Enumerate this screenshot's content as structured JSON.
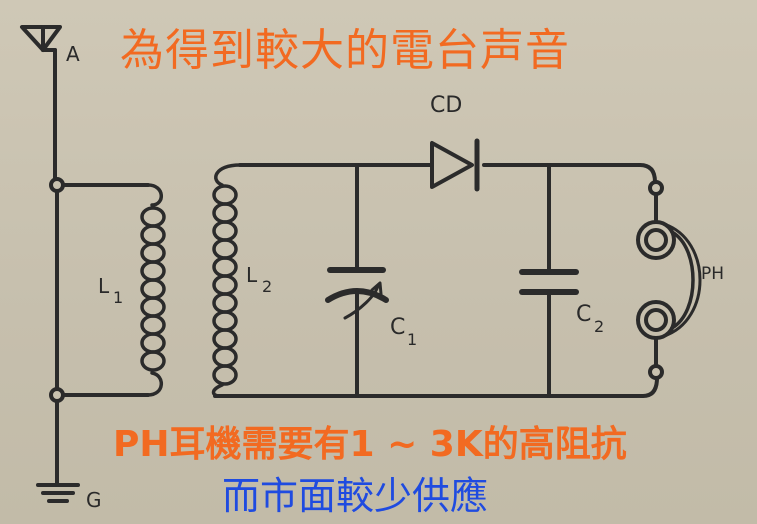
{
  "title": "為得到較大的電台声音",
  "labels": {
    "antenna": "A",
    "ground": "G",
    "l1": "L",
    "l1_sub": "1",
    "l2": "L",
    "l2_sub": "2",
    "c1": "C",
    "c1_sub": "1",
    "c2": "C",
    "c2_sub": "2",
    "diode": "CD",
    "phones": "PH"
  },
  "notes": {
    "line1": "PH耳機需要有1 ~ 3K的高阻抗",
    "line2": "而市面較少供應"
  },
  "colors": {
    "orange_text": "#f26a21",
    "blue_text": "#1f4be0",
    "ink": "#2a2a2a"
  }
}
